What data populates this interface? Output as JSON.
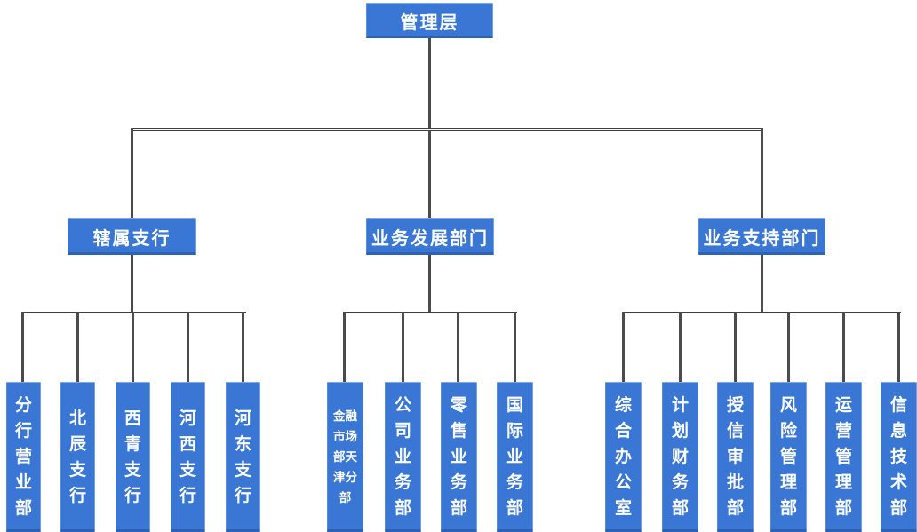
{
  "root": {
    "label": "管理层"
  },
  "groups": [
    {
      "label": "辖属支行",
      "children": [
        "分行营业部",
        "北辰支行",
        "西青支行",
        "河西支行",
        "河东支行"
      ]
    },
    {
      "label": "业务发展部门",
      "children": [
        "金融市场部天津分部",
        "公司业务部",
        "零售业务部",
        "国际业务部"
      ]
    },
    {
      "label": "业务支持部门",
      "children": [
        "综合办公室",
        "计划财务部",
        "授信审批部",
        "风险管理部",
        "运营管理部",
        "信息技术部"
      ]
    }
  ],
  "colors": {
    "node_fill": "#3A77D5",
    "node_text": "#FFFFFF",
    "connector": "#454545"
  }
}
